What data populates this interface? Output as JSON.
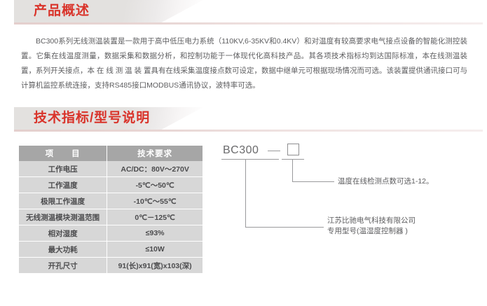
{
  "sections": {
    "overview": {
      "title": "产品概述",
      "paragraph": "BC300系列无线测温装置是一款用于高中低压电力系统（110KV,6-35KV和0.4KV）和对温度有较高要求电气接点设备的智能化测控装置。它集在线温度测量，数据采集和数据分析，和控制功能于一体现代化高科技产品。其各项技术指标均到达国际标准，本在线测温装置，系列开关接点，本 在 线 测 温 装 置具有在线采集温度接点数可设定，数据中继单元可根据现场情况而可选。该装置提供通讯接口可与计算机监控系统连接，支持RS485接口MODBUS通讯协议，波特率可选。"
    },
    "tech": {
      "title": "技术指标/型号说明"
    }
  },
  "spec_table": {
    "headers": [
      "项　　目",
      "技术要求"
    ],
    "rows": [
      [
        "工作电压",
        "AC/DC：80V～270V"
      ],
      [
        "工作温度",
        "-5℃～50℃"
      ],
      [
        "极限工作温度",
        "-10℃～55℃"
      ],
      [
        "无线测温模块测温范围",
        "0℃－125℃"
      ],
      [
        "相对湿度",
        "≤93%"
      ],
      [
        "最大功耗",
        "≤10W"
      ],
      [
        "开孔尺寸",
        "91(长)x91(宽)x103(深)"
      ]
    ]
  },
  "model_diagram": {
    "code": "BC300",
    "dash_symbol": "—",
    "box_symbol": "□",
    "note_upper": "温度在线检测点数可选1-12。",
    "note_lower_line1": "江苏比驰电气科技有限公司",
    "note_lower_line2": "专用型号(温湿度控制器 )"
  },
  "colors": {
    "accent_red": "#d9342b",
    "banner_gray": "#e3e1df",
    "table_header_gray": "#a6a6a6",
    "table_body_gray": "#d7d7d7",
    "text_gray": "#5d5d5f"
  }
}
